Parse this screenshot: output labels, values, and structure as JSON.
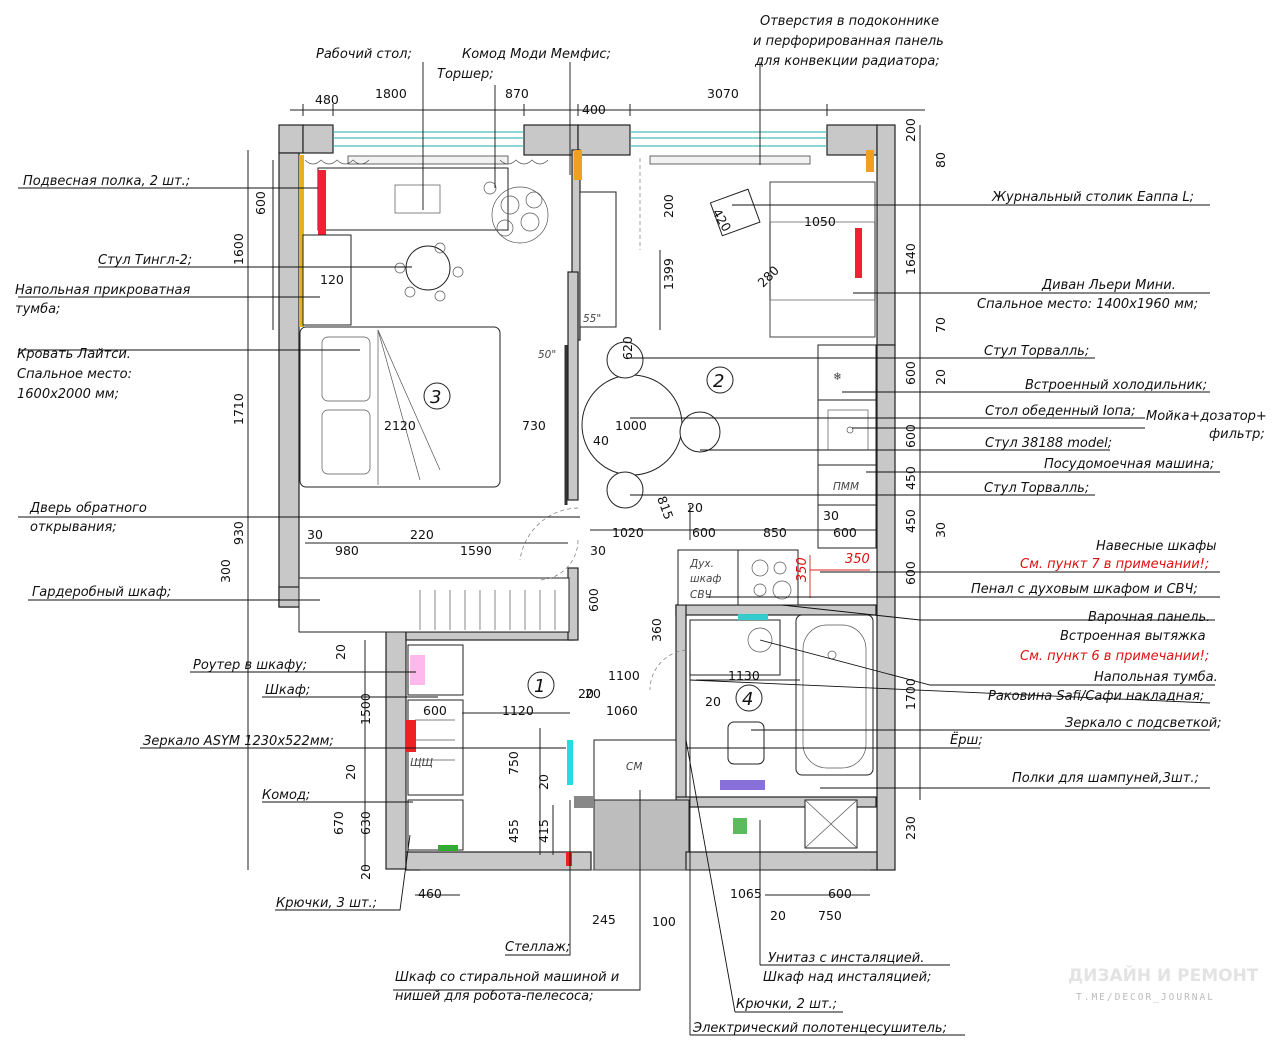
{
  "annotations": {
    "window_sill": [
      "Отверстия в подоконнике",
      "и перфорированная панель",
      "для конвекции радиатора;"
    ],
    "desk": "Рабочий стол;",
    "dresser_modi": "Комод Моди Мемфис;",
    "floor_lamp": "Торшер;",
    "wall_shelf": "Подвесная полка, 2 шт.;",
    "chair_tingl": "Стул Тингл-2;",
    "bedside": [
      "Напольная прикроватная",
      "тумба;"
    ],
    "bed": [
      "Кровать Лайтси.",
      "Спальное место:",
      "1600х2000 мм;"
    ],
    "reverse_door": [
      "Дверь обратного",
      "открывания;"
    ],
    "wardrobe": "Гардеробный шкаф;",
    "router": "Роутер в шкафу;",
    "cabinet": "Шкаф;",
    "mirror_asym": "Зеркало ASYM 1230х522мм;",
    "chest": "Комод;",
    "hooks3": "Крючки, 3 шт.;",
    "rack": "Стеллаж;",
    "washer_cabinet": [
      "Шкаф со стиральной машиной и",
      "нишей для робота-пелесоса;"
    ],
    "towel_dryer": "Электрический полотенцесушитель;",
    "hooks2": "Крючки, 2 шт.;",
    "toilet": [
      "Унитаз с инсталяцией.",
      "Шкаф над инсталяцией;"
    ],
    "coffee_table": "Журнальный столик Еаппа L;",
    "sofa": [
      "Диван Льери Мини.",
      "Спальное место: 1400х1960 мм;"
    ],
    "chair_torvall_1": "Стул Торвалль;",
    "fridge": "Встроенный холодильник;",
    "dining_table": "Стол обеденный Iопа;",
    "sink_filter": [
      "Мойка+дозатор+",
      "фильтр;"
    ],
    "chair_38188": "Стул 38188 model;",
    "dishwasher": "Посудомоечная машина;",
    "chair_torvall_2": "Стул Торвалль;",
    "upper_cabinets": [
      "Навесные шкафы",
      "См. пункт 7 в примечании!;"
    ],
    "oven_column": "Пенал с духовым шкафом и СВЧ;",
    "hob": [
      "Варочная панель.",
      "Встроенная вытяжка",
      "См. пункт 6 в примечании!;"
    ],
    "vanity": "Напольная тумба.",
    "basin": "Раковина Safi/Сафи накладная;",
    "lit_mirror": "Зеркало с подсветкой;",
    "brush": "Ёрш;",
    "shampoo_shelves": "Полки для шампуней,3шт.;"
  },
  "room_numbers": [
    "1",
    "2",
    "3",
    "4"
  ],
  "in_plan_text": {
    "oven": [
      "Дух.",
      "шкаф",
      "СВЧ"
    ],
    "pmm": "ПММ",
    "sm": "СМ",
    "tv55": "55\"",
    "tv50": "50\"",
    "shch": "ЩЩ"
  },
  "dimensions": {
    "top": [
      "480",
      "1800",
      "870",
      "400",
      "3070"
    ],
    "right": [
      "200",
      "80",
      "1640",
      "70",
      "20",
      "600",
      "600",
      "450",
      "450",
      "30",
      "600",
      "1700",
      "230"
    ],
    "left": [
      "600",
      "1600",
      "1710",
      "930",
      "300",
      "20",
      "1500",
      "20",
      "670",
      "630",
      "20"
    ],
    "bottom": [
      "460",
      "245",
      "100",
      "1065",
      "600",
      "20",
      "750"
    ],
    "inner": [
      "120",
      "2120",
      "730",
      "40",
      "1000",
      "620",
      "200",
      "1399",
      "1050",
      "420",
      "280",
      "20",
      "815",
      "1020",
      "600",
      "850",
      "30",
      "600",
      "30",
      "980",
      "220",
      "1590",
      "30",
      "600",
      "360",
      "1100",
      "1130",
      "20",
      "20",
      "1120",
      "1060",
      "600",
      "750",
      "20",
      "455",
      "415",
      "20"
    ],
    "red_350": "350"
  },
  "watermark": {
    "line1": "ДИЗАЙН И РЕМОНТ",
    "line2": "T.ME/DECOR_JOURNAL"
  }
}
